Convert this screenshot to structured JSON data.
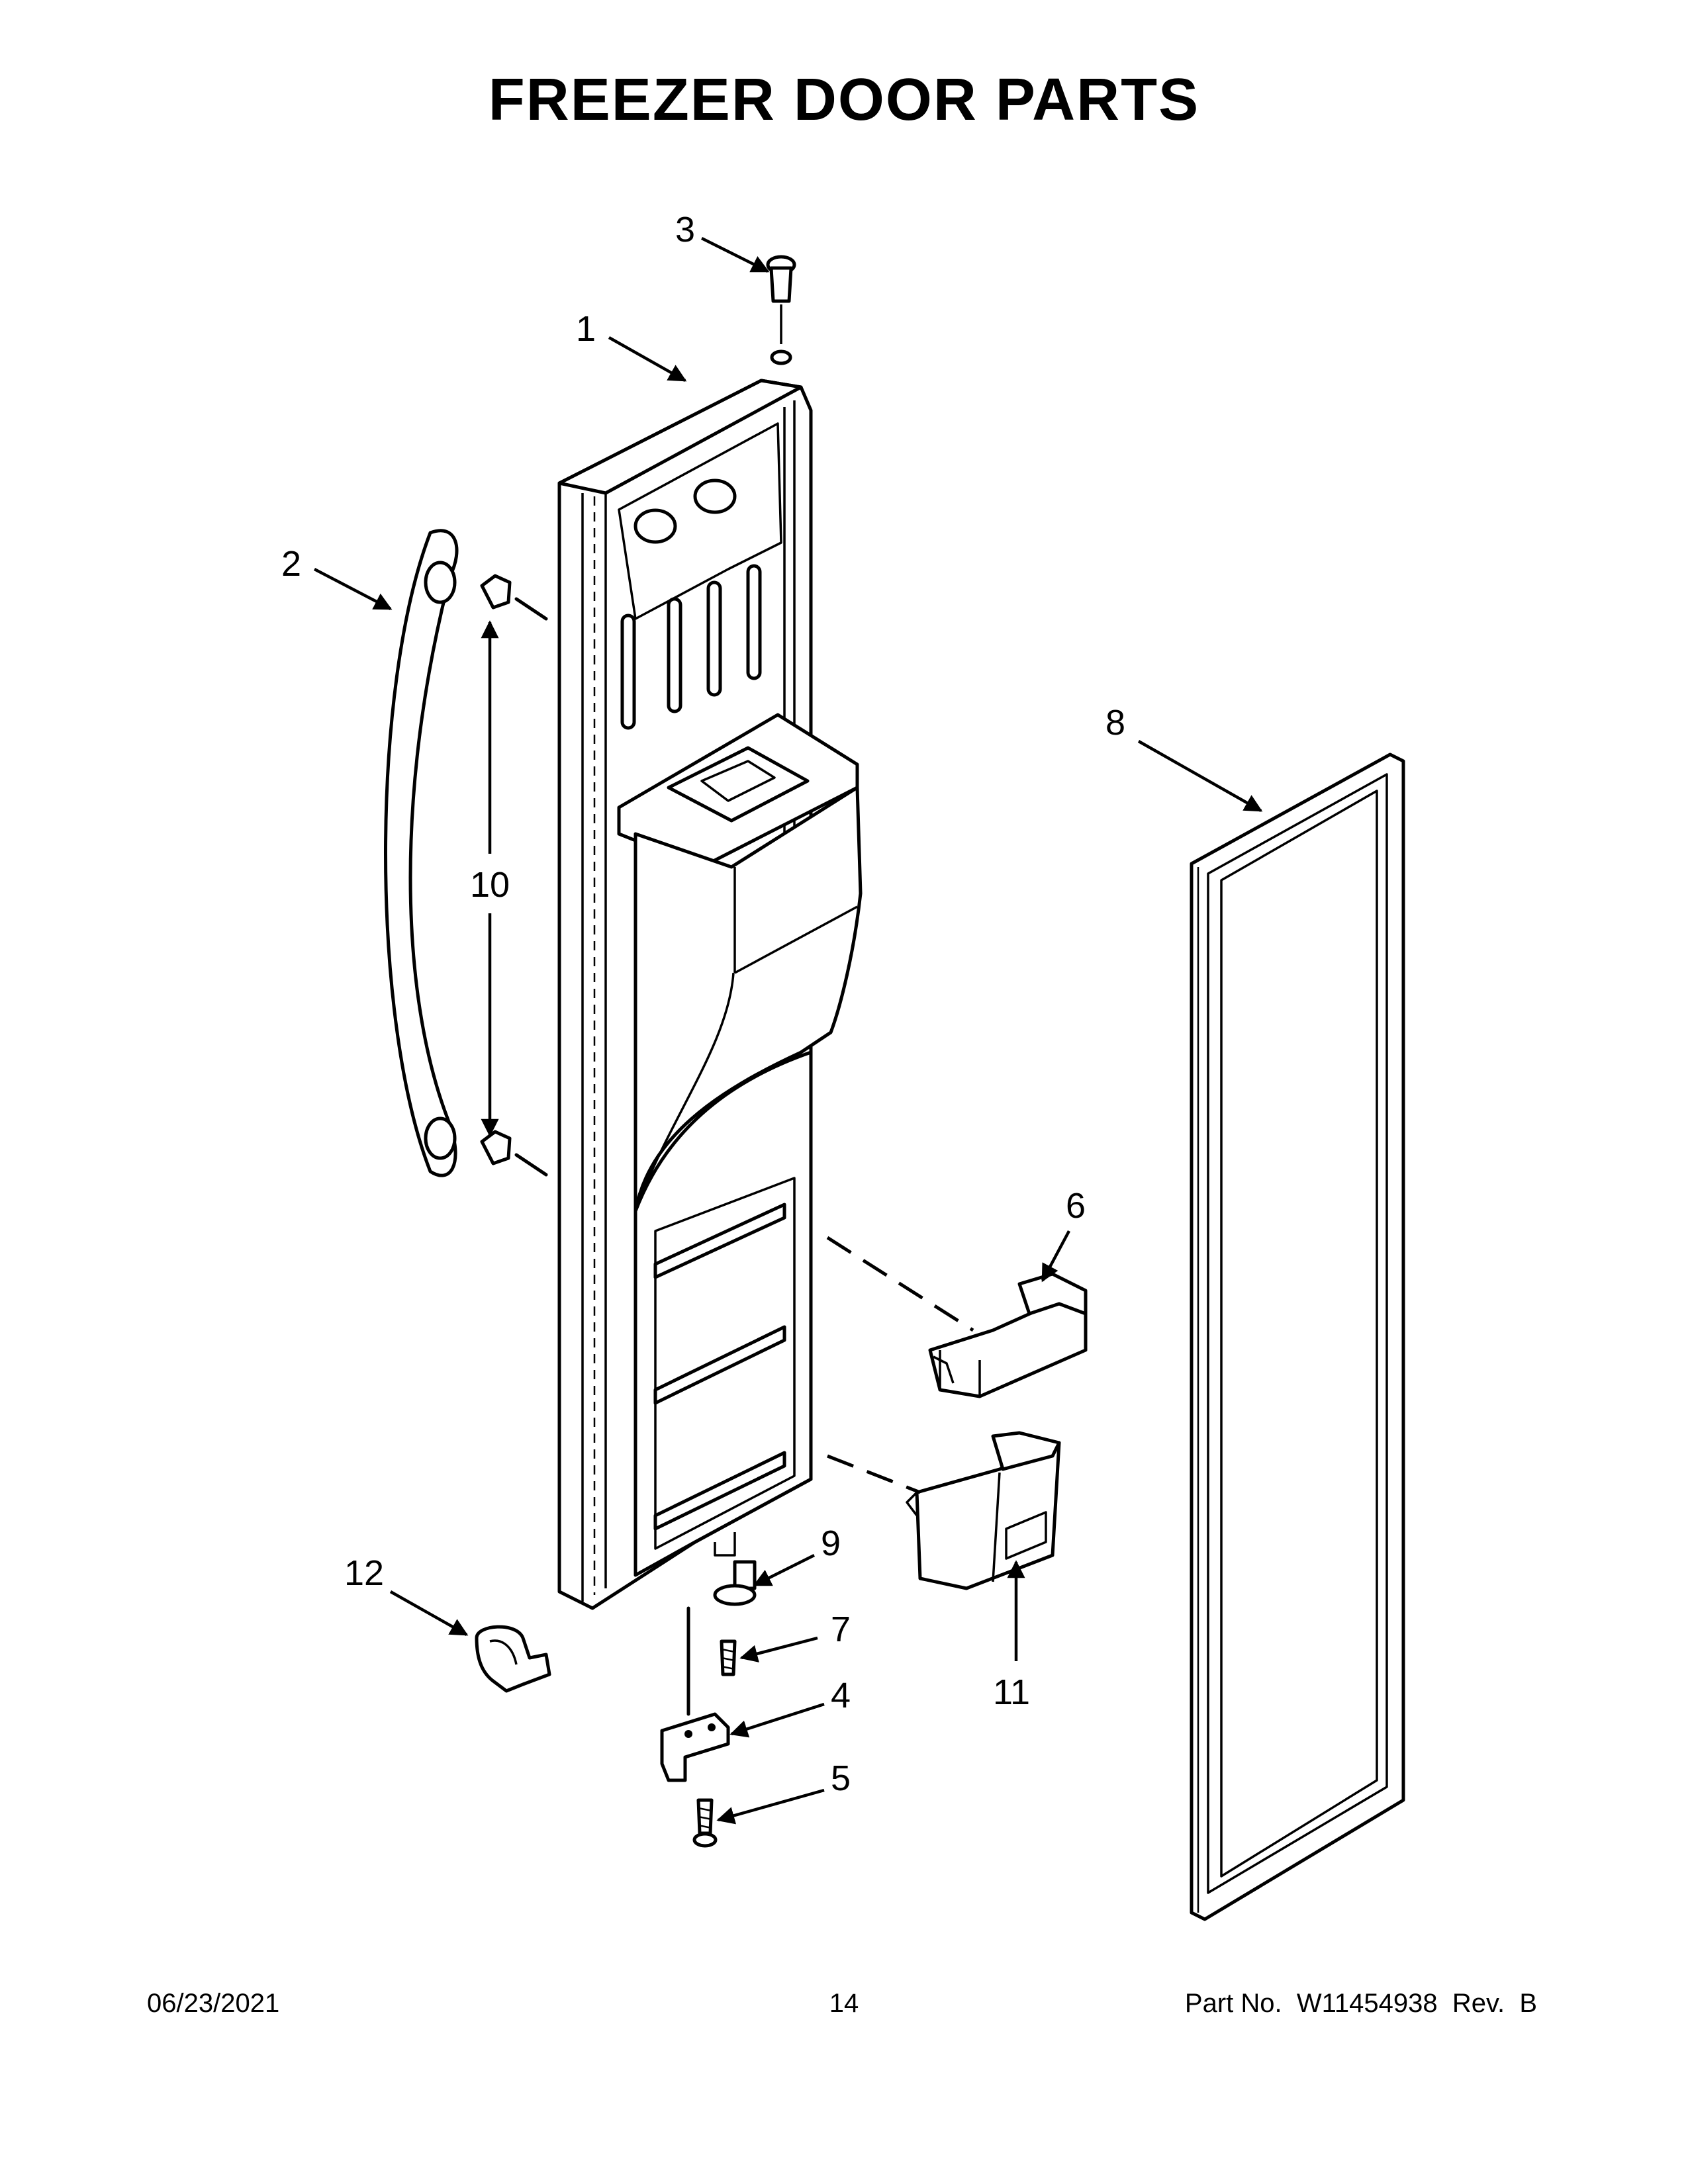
{
  "page": {
    "title": "FREEZER DOOR PARTS",
    "footer": {
      "date": "06/23/2021",
      "page_number": "14",
      "part_label": "Part No.  W11454938  Rev.  B"
    }
  },
  "callouts": {
    "c1": "1",
    "c2": "2",
    "c3": "3",
    "c4": "4",
    "c5": "5",
    "c6": "6",
    "c7": "7",
    "c8": "8",
    "c9": "9",
    "c10": "10",
    "c11": "11",
    "c12": "12"
  }
}
